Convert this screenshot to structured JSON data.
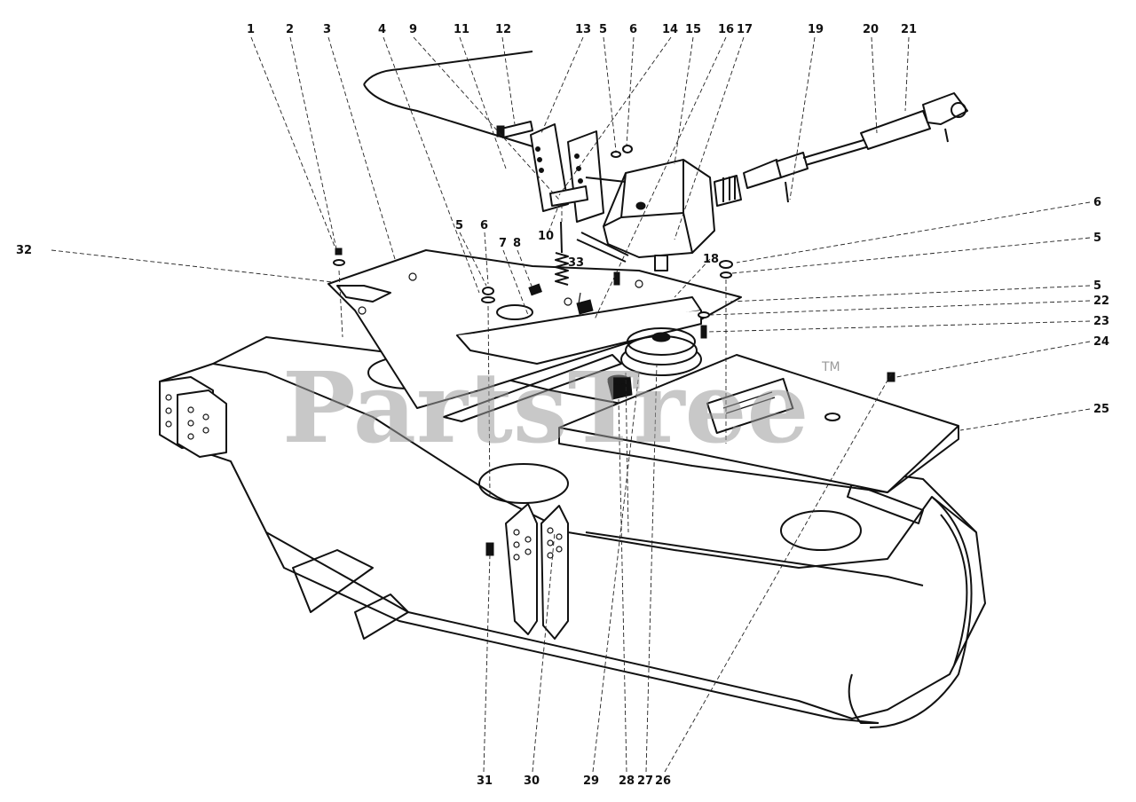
{
  "watermark": {
    "text": "PartsTree",
    "tm": "TM"
  },
  "callouts": [
    {
      "id": "c1",
      "text": "1"
    },
    {
      "id": "c2",
      "text": "2"
    },
    {
      "id": "c3",
      "text": "3"
    },
    {
      "id": "c4",
      "text": "4"
    },
    {
      "id": "c9",
      "text": "9"
    },
    {
      "id": "c11",
      "text": "11"
    },
    {
      "id": "c12",
      "text": "12"
    },
    {
      "id": "c13",
      "text": "13"
    },
    {
      "id": "c5a",
      "text": "5"
    },
    {
      "id": "c6a",
      "text": "6"
    },
    {
      "id": "c14",
      "text": "14"
    },
    {
      "id": "c15",
      "text": "15"
    },
    {
      "id": "c16",
      "text": "16"
    },
    {
      "id": "c17",
      "text": "17"
    },
    {
      "id": "c19",
      "text": "19"
    },
    {
      "id": "c20",
      "text": "20"
    },
    {
      "id": "c21",
      "text": "21"
    },
    {
      "id": "c6b",
      "text": "6"
    },
    {
      "id": "c5b",
      "text": "5"
    },
    {
      "id": "c5c",
      "text": "5"
    },
    {
      "id": "c22",
      "text": "22"
    },
    {
      "id": "c23",
      "text": "23"
    },
    {
      "id": "c24",
      "text": "24"
    },
    {
      "id": "c25",
      "text": "25"
    },
    {
      "id": "c32",
      "text": "32"
    },
    {
      "id": "c5d",
      "text": "5"
    },
    {
      "id": "c6c",
      "text": "6"
    },
    {
      "id": "c7",
      "text": "7"
    },
    {
      "id": "c8",
      "text": "8"
    },
    {
      "id": "c10",
      "text": "10"
    },
    {
      "id": "c33",
      "text": "33"
    },
    {
      "id": "c18",
      "text": "18"
    },
    {
      "id": "c31",
      "text": "31"
    },
    {
      "id": "c30",
      "text": "30"
    },
    {
      "id": "c29",
      "text": "29"
    },
    {
      "id": "c28",
      "text": "28"
    },
    {
      "id": "c27",
      "text": "27"
    },
    {
      "id": "c26",
      "text": "26"
    }
  ]
}
